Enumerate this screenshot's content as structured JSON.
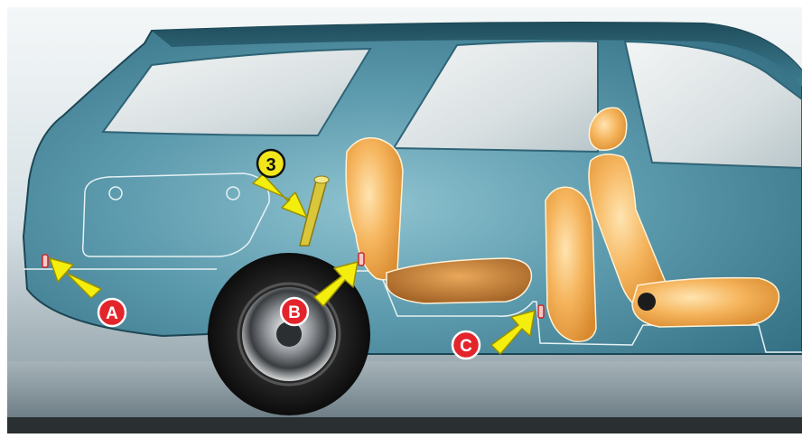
{
  "callouts": {
    "num3": "3",
    "a": "A",
    "b": "B",
    "c": "C"
  },
  "colors": {
    "body": "#3d7a8e",
    "body_highlight": "#8fc3d0",
    "glass": "#dfe6e8",
    "seat": "#f2a84c",
    "seat_light": "#ffe0a8",
    "arrow": "#f4ee0e",
    "badge_red": "#e3242b",
    "badge_yellow": "#f2e61a",
    "tire": "#151515",
    "ground": "#8a9aa2"
  },
  "icons": [
    "yellow-arrow-icon",
    "callout-badge-icon",
    "jack-point-icon",
    "wheel-icon",
    "seat-icon",
    "jack-icon"
  ]
}
